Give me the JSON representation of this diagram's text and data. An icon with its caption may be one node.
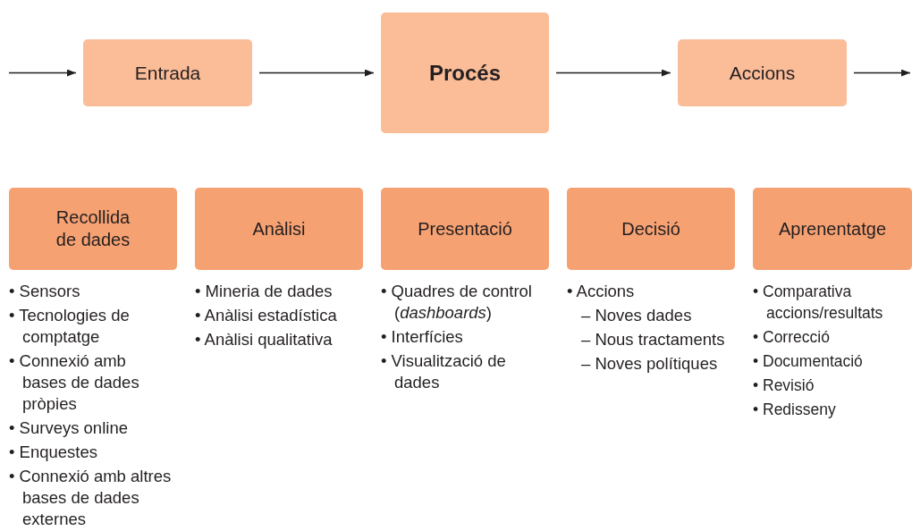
{
  "diagram": {
    "nodes": [
      {
        "text": [
          "Entrada"
        ]
      },
      {
        "text": [
          "Procés"
        ]
      },
      {
        "text": [
          "Accions"
        ]
      },
      {
        "text": [
          "Recollida de dades"
        ],
        "beside": [
          "• Sensors",
          "• Tecnologies de comptatge",
          "• Connexió amb bases de dades pròpies",
          "• Surveys online",
          "• Enquestes",
          "• Connexió amb altres bases de dades externes"
        ]
      },
      {
        "text": [
          "Anàlisi"
        ],
        "beside": [
          "• Mineria de dades",
          "• Anàlisi estadística",
          "• Anàlisi qualitativa"
        ]
      },
      {
        "text": [
          "Presentació"
        ],
        "beside": [
          "• Quadres de control (*dashboards*)",
          "• Interfícies",
          "• Visualització de dades"
        ]
      },
      {
        "text": [
          "Decisió"
        ],
        "beside": [
          "• Accions",
          "– Noves dades",
          "– Nous tractaments",
          "– Noves polítiques"
        ]
      },
      {
        "text": [
          "Aprenentatge"
        ],
        "beside": [
          "• Comparativa accions/resultats",
          "• Correcció",
          "• Documentació",
          "• Revisió",
          "• Redisseny"
        ]
      }
    ],
    "edges": [
      {
        "from": null,
        "to": 0,
        "arrow": "to"
      },
      {
        "from": 0,
        "to": 1,
        "arrow": "to"
      },
      {
        "from": 1,
        "to": 2,
        "arrow": "to"
      },
      {
        "from": 2,
        "to": null,
        "arrow": "to"
      }
    ]
  }
}
